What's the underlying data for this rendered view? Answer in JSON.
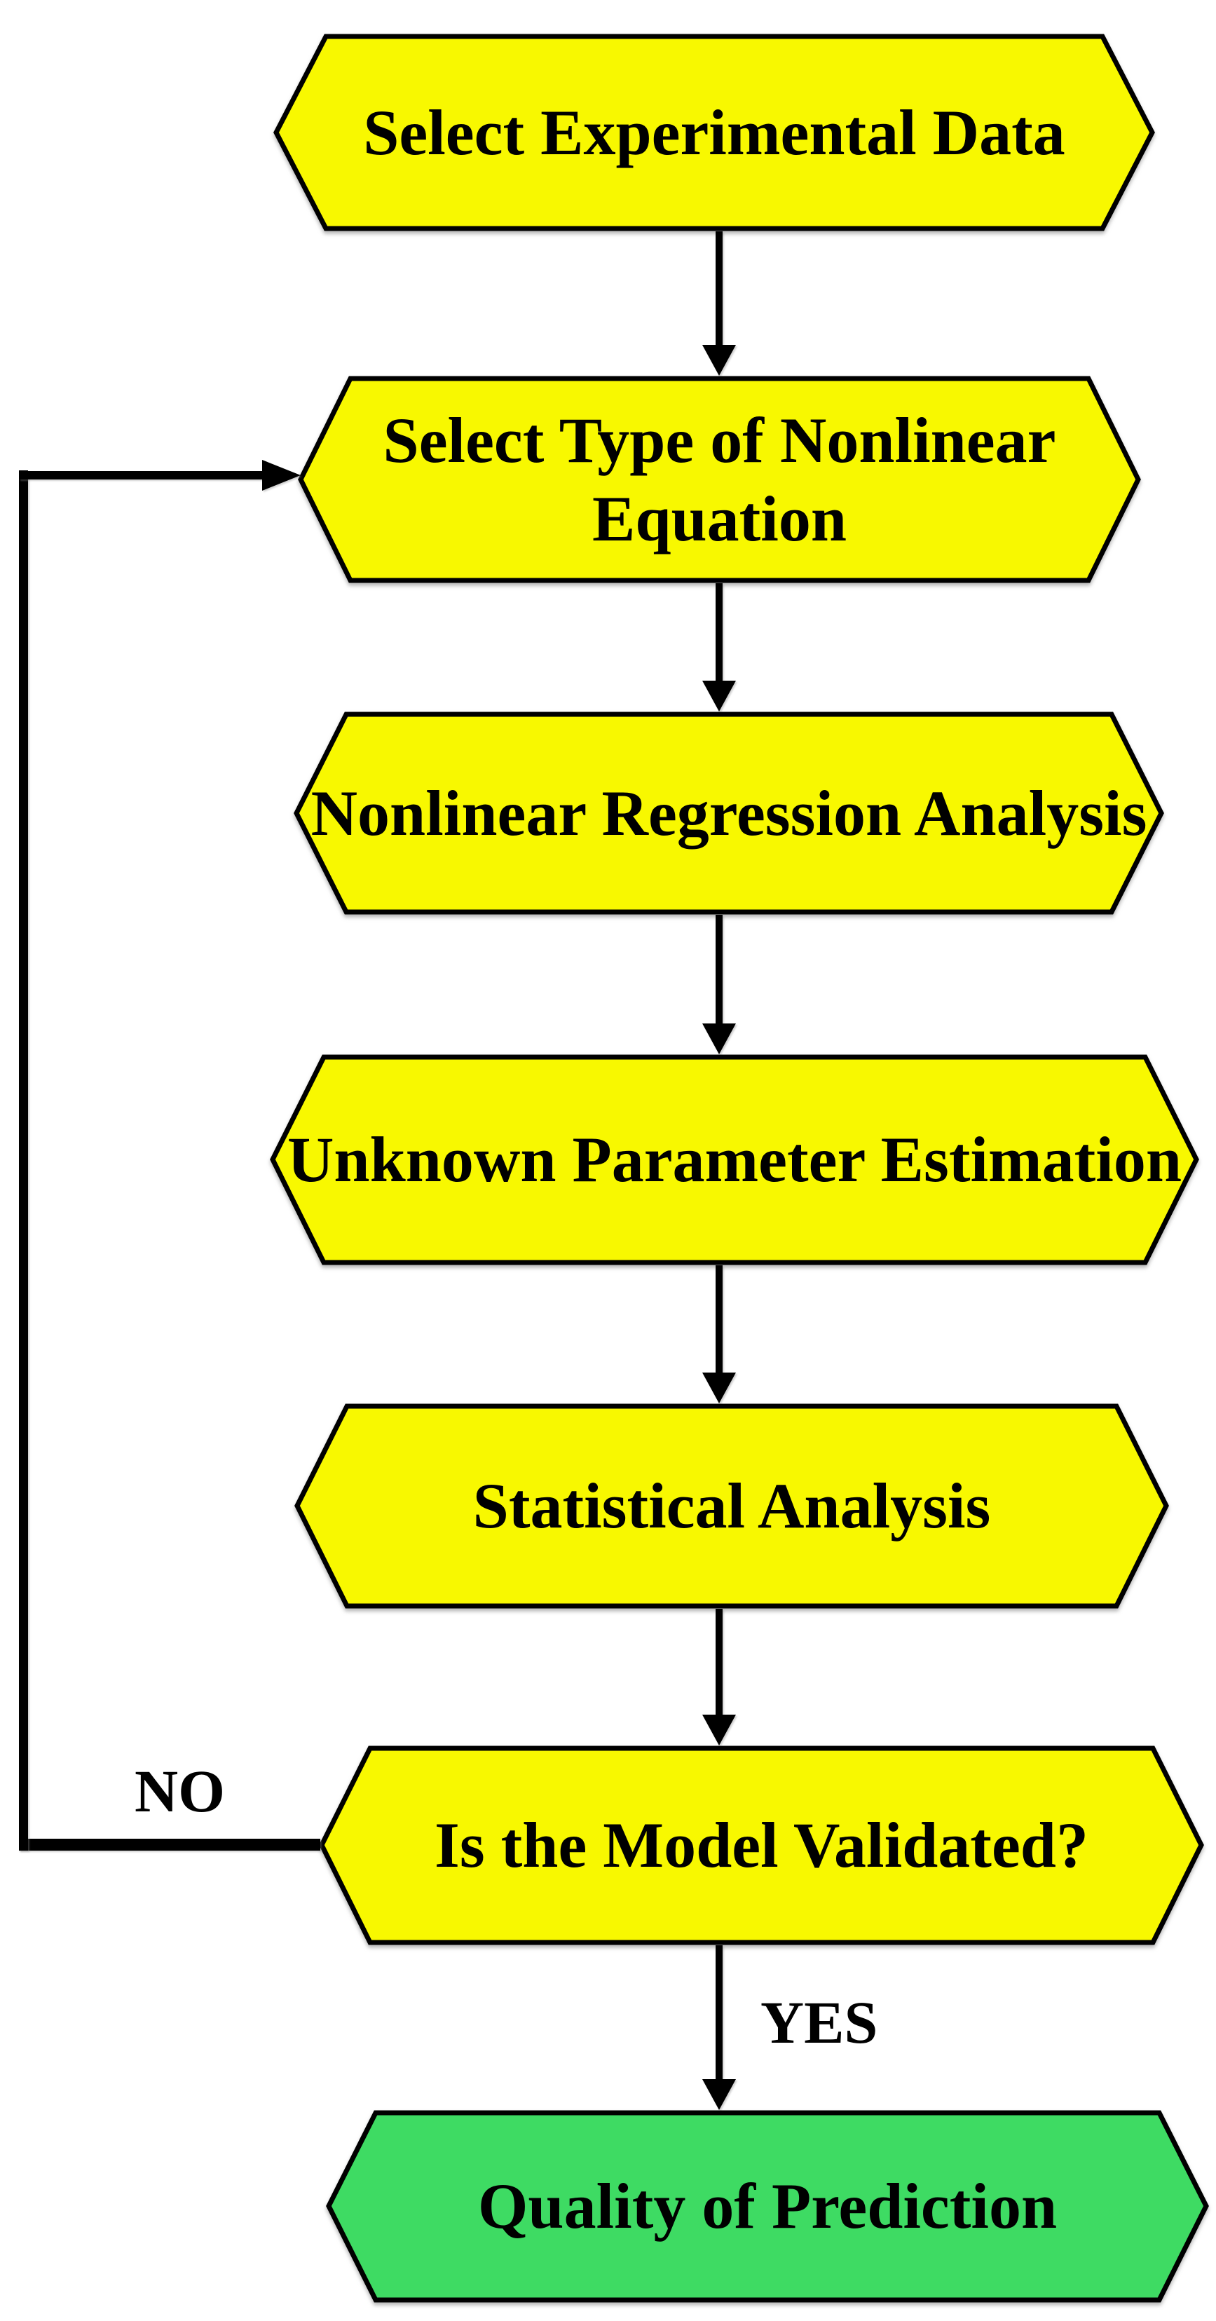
{
  "diagram": {
    "background": "#FFFFFF",
    "border_color": "#000000",
    "text_color": "#000000",
    "process_color": "#F8F800",
    "terminal_color": "#3EDB63",
    "nodes": [
      {
        "label": "Select Experimental Data",
        "shape": "hexagon",
        "color": "#F8F800"
      },
      {
        "label": "Select Type of Nonlinear Equation",
        "shape": "hexagon",
        "color": "#F8F800"
      },
      {
        "label": "Nonlinear Regression Analysis",
        "shape": "hexagon",
        "color": "#F8F800"
      },
      {
        "label": "Unknown Parameter Estimation",
        "shape": "hexagon",
        "color": "#F8F800"
      },
      {
        "label": "Statistical Analysis",
        "shape": "hexagon",
        "color": "#F8F800"
      },
      {
        "label": "Is the Model Validated?",
        "shape": "hexagon",
        "color": "#F8F800"
      },
      {
        "label": "Quality of Prediction",
        "shape": "hexagon",
        "color": "#3EDB63"
      }
    ],
    "edges": [
      {
        "from": "Select Experimental Data",
        "to": "Select Type of Nonlinear Equation",
        "label": ""
      },
      {
        "from": "Select Type of Nonlinear Equation",
        "to": "Nonlinear Regression Analysis",
        "label": ""
      },
      {
        "from": "Nonlinear Regression Analysis",
        "to": "Unknown Parameter Estimation",
        "label": ""
      },
      {
        "from": "Unknown Parameter Estimation",
        "to": "Statistical Analysis",
        "label": ""
      },
      {
        "from": "Statistical Analysis",
        "to": "Is the Model Validated?",
        "label": ""
      },
      {
        "from": "Is the Model Validated?",
        "to": "Quality of Prediction",
        "label": "YES"
      },
      {
        "from": "Is the Model Validated?",
        "to": "Select Type of Nonlinear Equation",
        "label": "NO"
      }
    ],
    "edge_labels": {
      "yes": "YES",
      "no": "NO"
    }
  }
}
